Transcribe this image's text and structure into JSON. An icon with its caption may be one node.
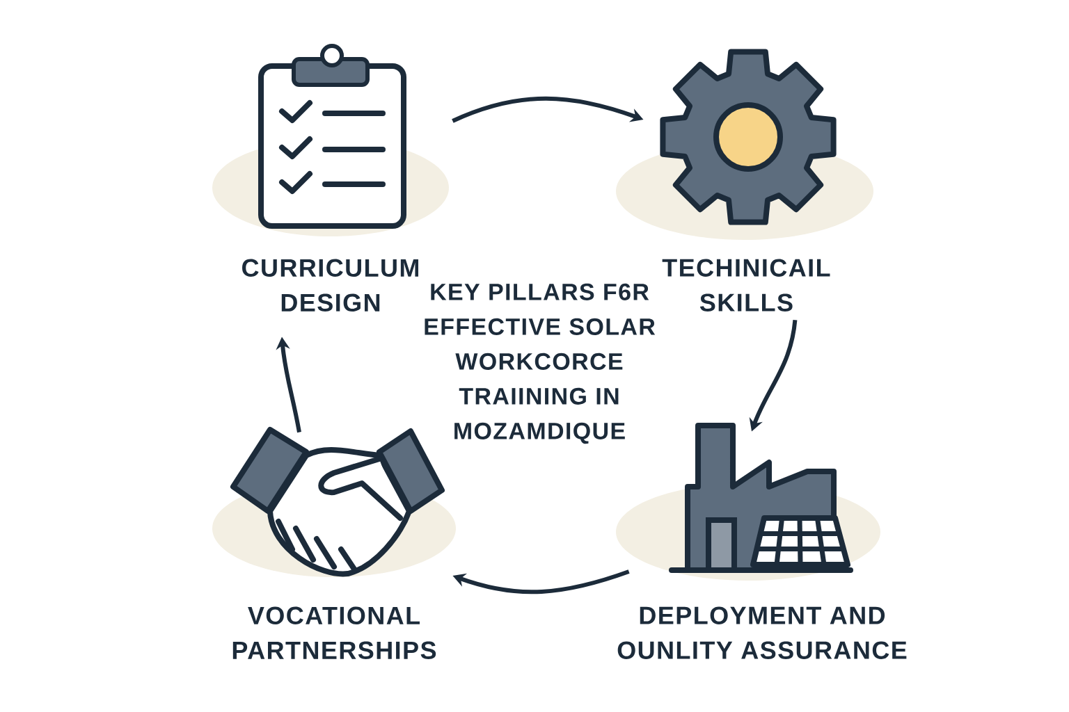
{
  "diagram": {
    "title": "KEY PILLARS F6R EFFECTIVE SOLAR WORKCORCE TRAIINING IN MOZAMDIQUE",
    "nodes": [
      {
        "text": [
          "CURRICULUM DESIGN"
        ]
      },
      {
        "text": [
          "TECHINICAIL SKILLS"
        ]
      },
      {
        "text": [
          "VOCATIONAL PARTNERSHIPS"
        ]
      },
      {
        "text": [
          "DEPLOYMENT AND OUNLITY ASSURANCE"
        ]
      }
    ],
    "edges": [
      {
        "from": 0,
        "to": 1,
        "arrow": "to"
      },
      {
        "from": 1,
        "to": 3,
        "arrow": "to"
      },
      {
        "from": 3,
        "to": 2,
        "arrow": "to"
      },
      {
        "from": 2,
        "to": 0,
        "arrow": "to"
      }
    ]
  }
}
